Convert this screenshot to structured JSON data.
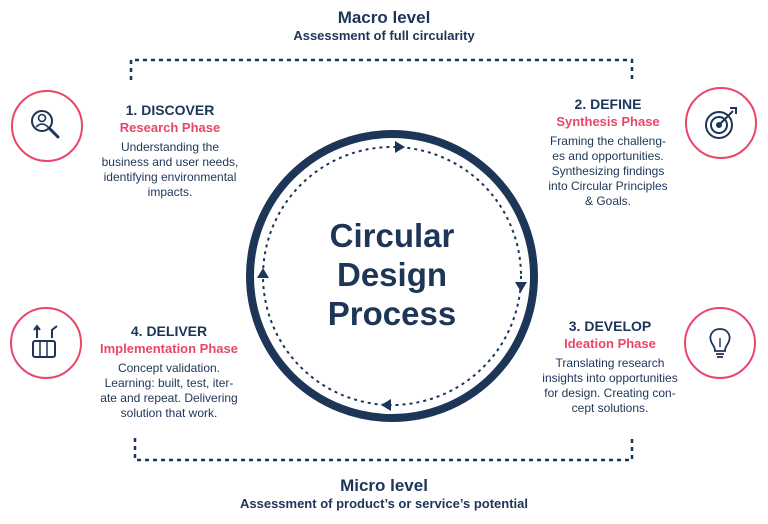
{
  "diagram": {
    "center_title": [
      "Circular",
      "Design",
      "Process"
    ],
    "macro": {
      "title": "Macro level",
      "subtitle": "Assessment of full circularity"
    },
    "micro": {
      "title": "Micro level",
      "subtitle": "Assessment of product’s or service’s potential"
    },
    "phases": [
      {
        "title": "1. DISCOVER",
        "subtitle": "Research Phase",
        "description": [
          "Understanding the",
          "business and user needs,",
          "identifying environmental",
          "impacts."
        ],
        "icon": "user-search-icon"
      },
      {
        "title": "2. DEFINE",
        "subtitle": "Synthesis Phase",
        "description": [
          "Framing the challeng-",
          "es and opportunities.",
          "Synthesizing findings",
          "into Circular Principles",
          "& Goals."
        ],
        "icon": "target-icon"
      },
      {
        "title": "3. DEVELOP",
        "subtitle": "Ideation Phase",
        "description": [
          "Translating research",
          "insights into opportunities",
          "for design. Creating con-",
          "cept solutions."
        ],
        "icon": "lightbulb-icon"
      },
      {
        "title": "4. DELIVER",
        "subtitle": "Implementation Phase",
        "description": [
          "Concept validation.",
          "Learning: built, test, iter-",
          "ate and repeat. Delivering",
          "solution that work."
        ],
        "icon": "tools-icon"
      }
    ],
    "colors": {
      "navy": "#1d3557",
      "accent": "#e8476a"
    }
  }
}
